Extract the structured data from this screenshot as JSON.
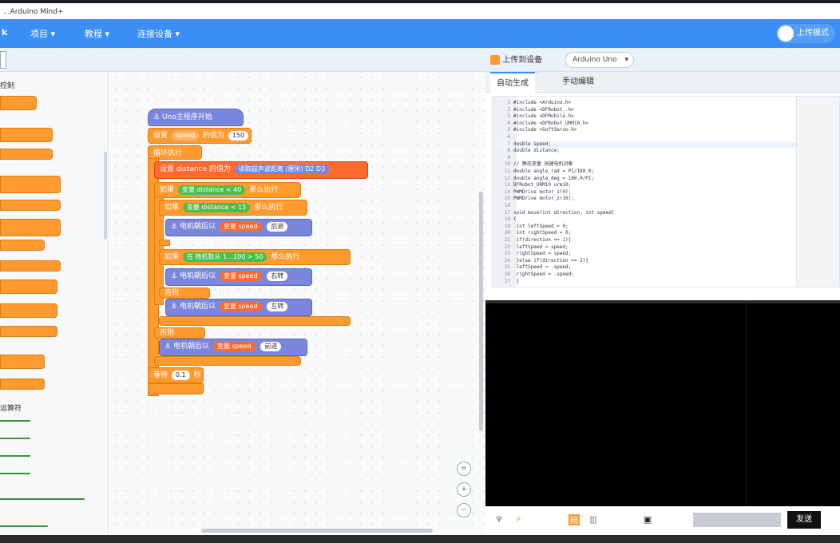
{
  "window": {
    "title": "...Arduino Mind+"
  },
  "menubar": {
    "logo": "k",
    "items": [
      "项目 ▾",
      "教程 ▾",
      "连接设备 ▾"
    ],
    "upload_btn": "上传模式"
  },
  "toolbar": {
    "upload_label": "上传到设备",
    "board_select": "Arduino Uno"
  },
  "palette": {
    "categories": [
      "控制",
      "运算符"
    ]
  },
  "workspace": {
    "hat": "Uno主程序开始",
    "speed_var": "speed",
    "set_speed_prefix": "设置",
    "set_to": "的值为",
    "speed_value": "150",
    "loop": "循环执行",
    "distance_var": "distance",
    "ultrasonic": "读取超声波距离 (厘米)",
    "ultra_pin": "D2 D3",
    "if_label": "如果",
    "then_label": "那么执行",
    "else_label": "否则",
    "cond1": "变量 distance",
    "cond1_op": "<",
    "cond1_val": "40",
    "cond2": "变量 distance",
    "cond2_op": "<",
    "cond2_val": "15",
    "cond3_prefix": "在 随机数从",
    "cond3_from": "1",
    "cond3_to": "100",
    "cond3_op": ">",
    "cond3_val": "50",
    "motor1": "电机朝后以",
    "motor1_speed": "变量 speed",
    "motor1_dir": "后退",
    "motor2": "电机朝后以",
    "motor2_speed": "变量 speed",
    "motor2_dir": "右转",
    "motor3": "电机朝后以",
    "motor3_speed": "变量 speed",
    "motor3_dir": "左转",
    "motor4": "电机朝后以",
    "motor4_speed": "变量 speed",
    "motor4_dir": "前进",
    "wait_label": "等待",
    "wait_val": "0.1",
    "wait_unit": "秒"
  },
  "right": {
    "tabs": [
      "自动生成",
      "手动编辑"
    ],
    "code_lines": [
      "#include <Arduino.h>",
      "#include <DFRobot_.h>",
      "#include <DFMobile.h>",
      "#include <DFRobot_URM10.h>",
      "#include <SoftServo.h>",
      "",
      "double speed;",
      "double distance;",
      "",
      "// 静态变量  创建电机对象 ",
      "double angle_rad = PI/180.0;",
      "double angle_deg = 180.0/PI;",
      "DFRobot_URM10 urm10;",
      "PWMDrive motor_1(9);",
      "PWMDrive motor_2(10);",
      "",
      "void move(int direction, int speed)",
      "{",
      "  int leftSpeed = 0;",
      "  int rightSpeed = 0;",
      "  if(direction == 1){",
      "    leftSpeed = speed;",
      "    rightSpeed = speed;",
      "  }else if(direction == 2){",
      "    leftSpeed = -speed;",
      "    rightSpeed = -speed;",
      "  }"
    ],
    "send_label": "发送"
  }
}
